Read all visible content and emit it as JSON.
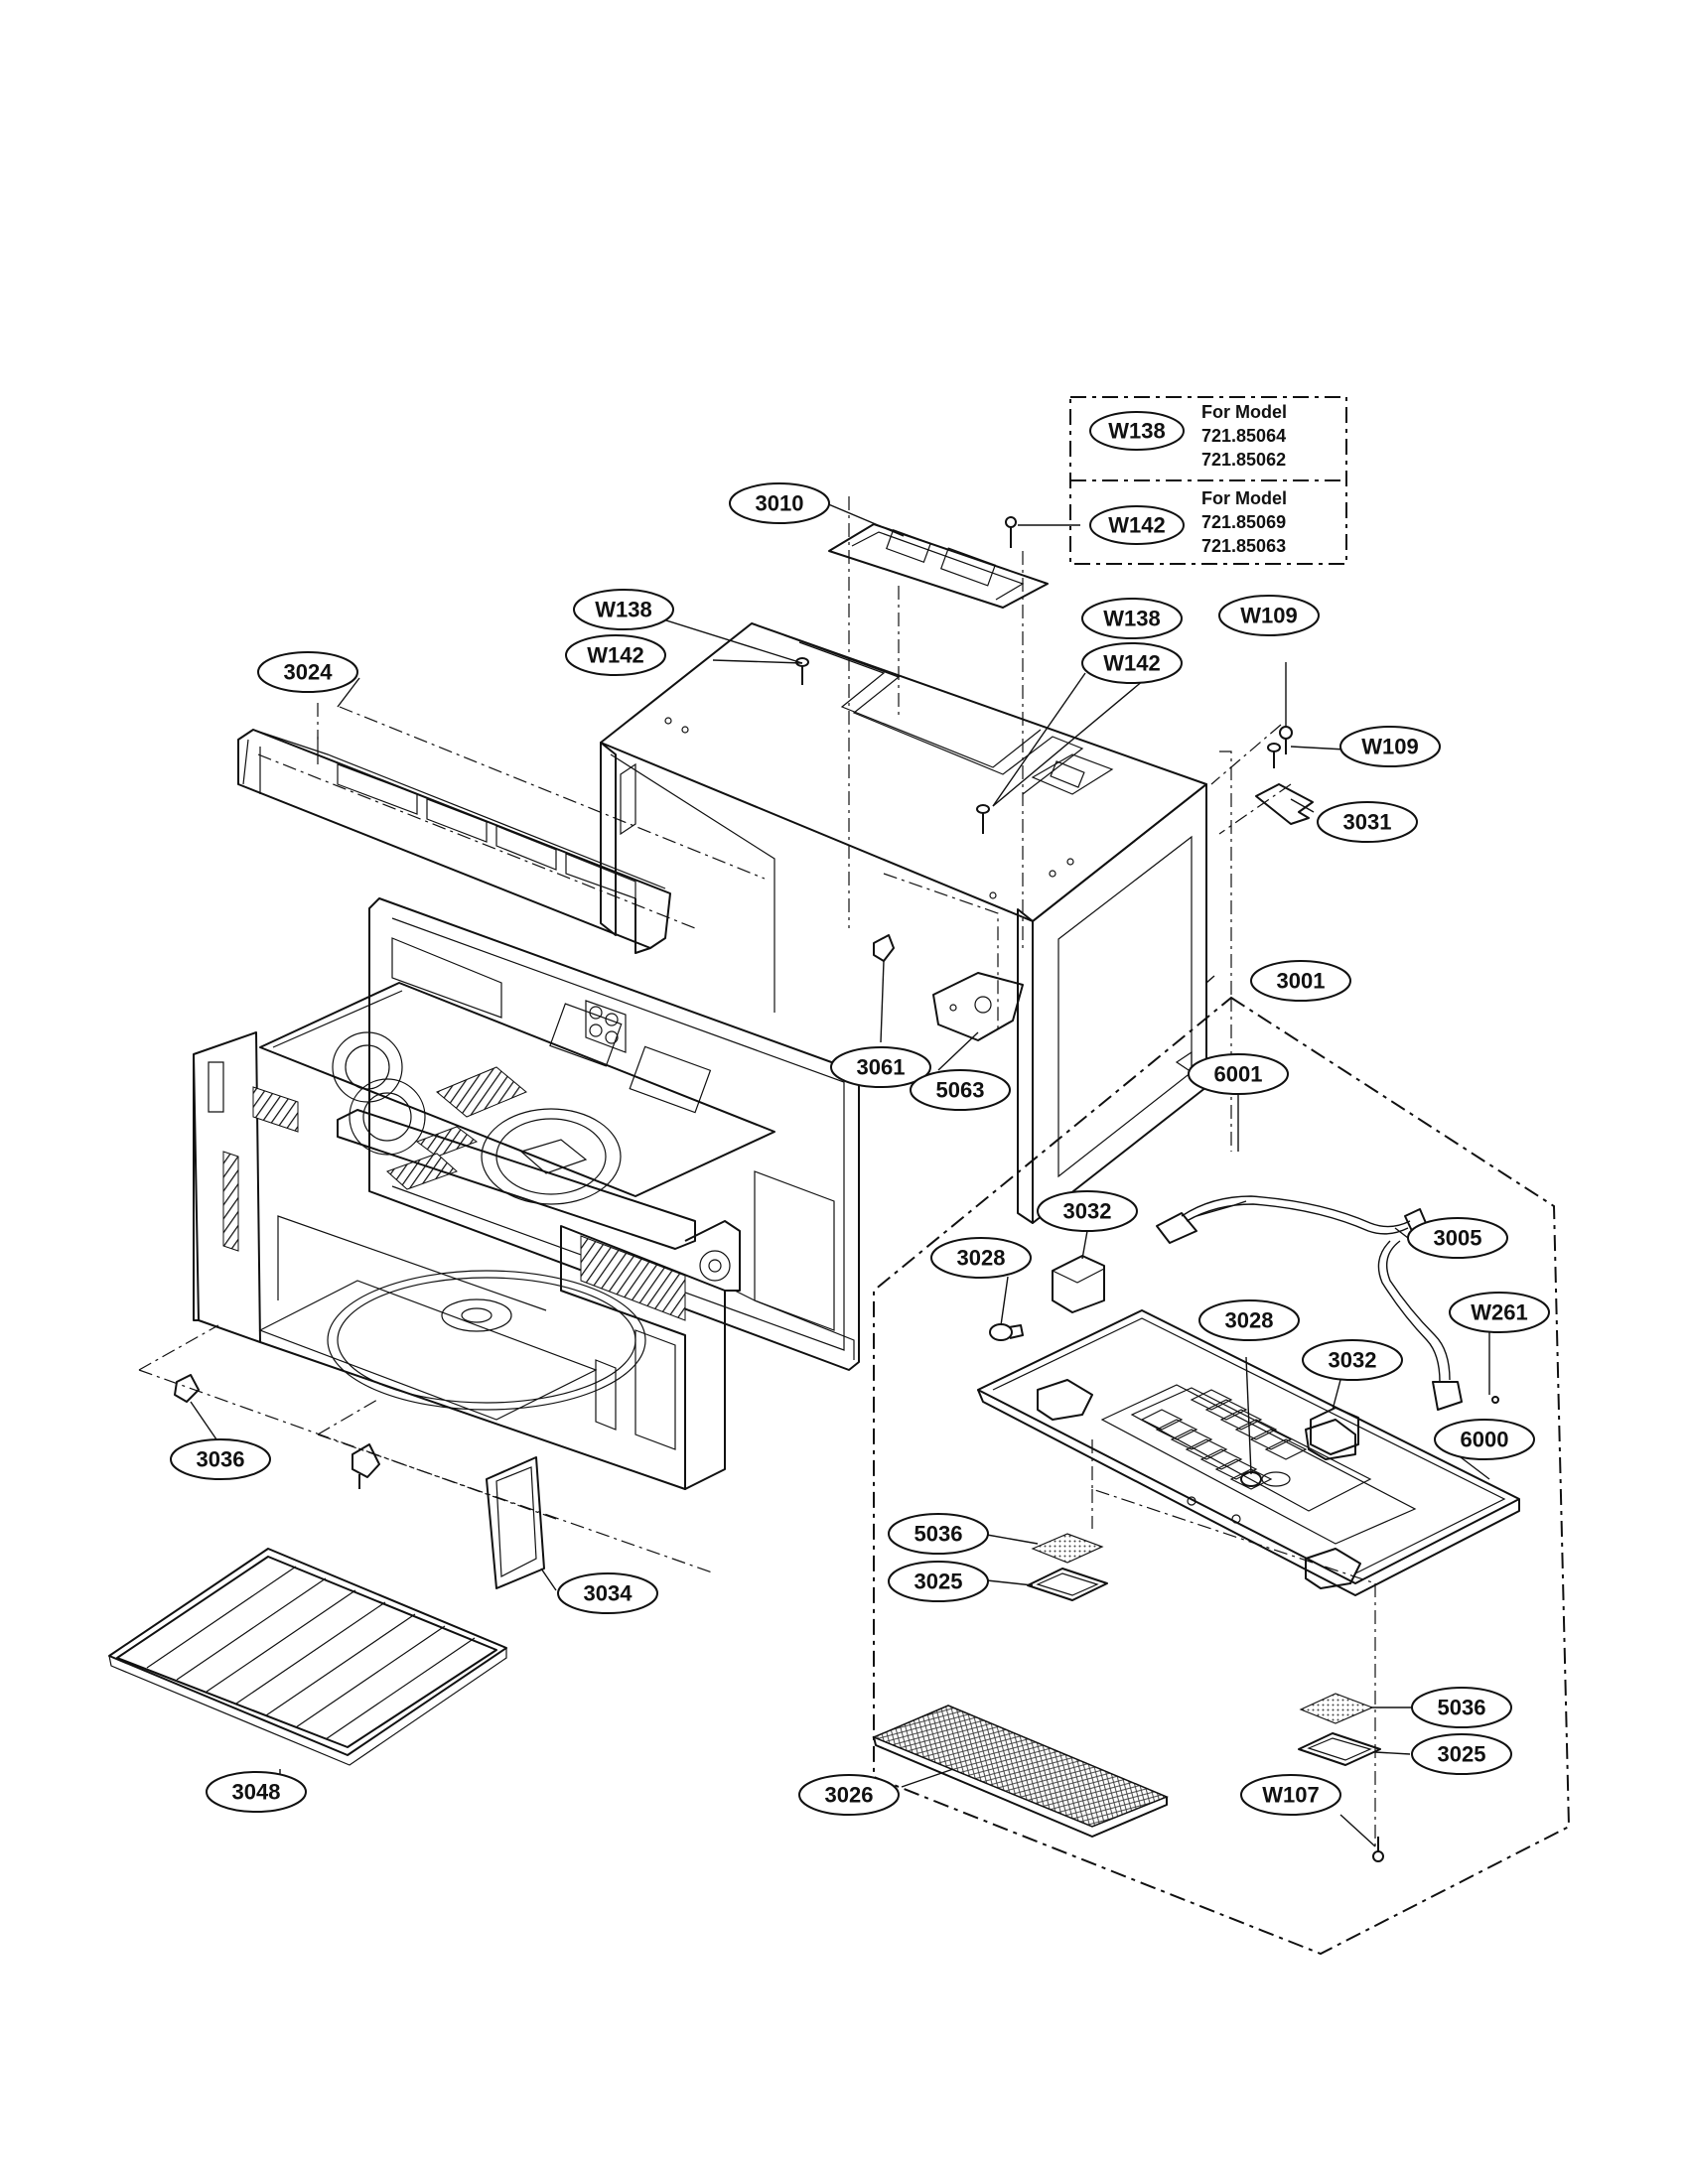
{
  "labels": {
    "p3010": "3010",
    "p3024": "3024",
    "p3001": "3001",
    "p3061": "3061",
    "p5063": "5063",
    "p3031": "3031",
    "p6001": "6001",
    "p3032a": "3032",
    "p3028a": "3028",
    "p3005": "3005",
    "p3028b": "3028",
    "p3032b": "3032",
    "pW261": "W261",
    "p6000": "6000",
    "p5036a": "5036",
    "p3025a": "3025",
    "p5036b": "5036",
    "p3025b": "3025",
    "pW107": "W107",
    "p3026": "3026",
    "p3036": "3036",
    "p3034": "3034",
    "p3048": "3048",
    "pW138a": "W138",
    "pW142a": "W142",
    "pW138b": "W138",
    "pW142b": "W142",
    "pW109a": "W109",
    "pW109b": "W109",
    "pW138n": "W138",
    "pW142n": "W142"
  },
  "model_notes": {
    "w138": {
      "line1": "For Model",
      "line2": "721.85064",
      "line3": "721.85062"
    },
    "w142": {
      "line1": "For Model",
      "line2": "721.85069",
      "line3": "721.85063"
    }
  }
}
